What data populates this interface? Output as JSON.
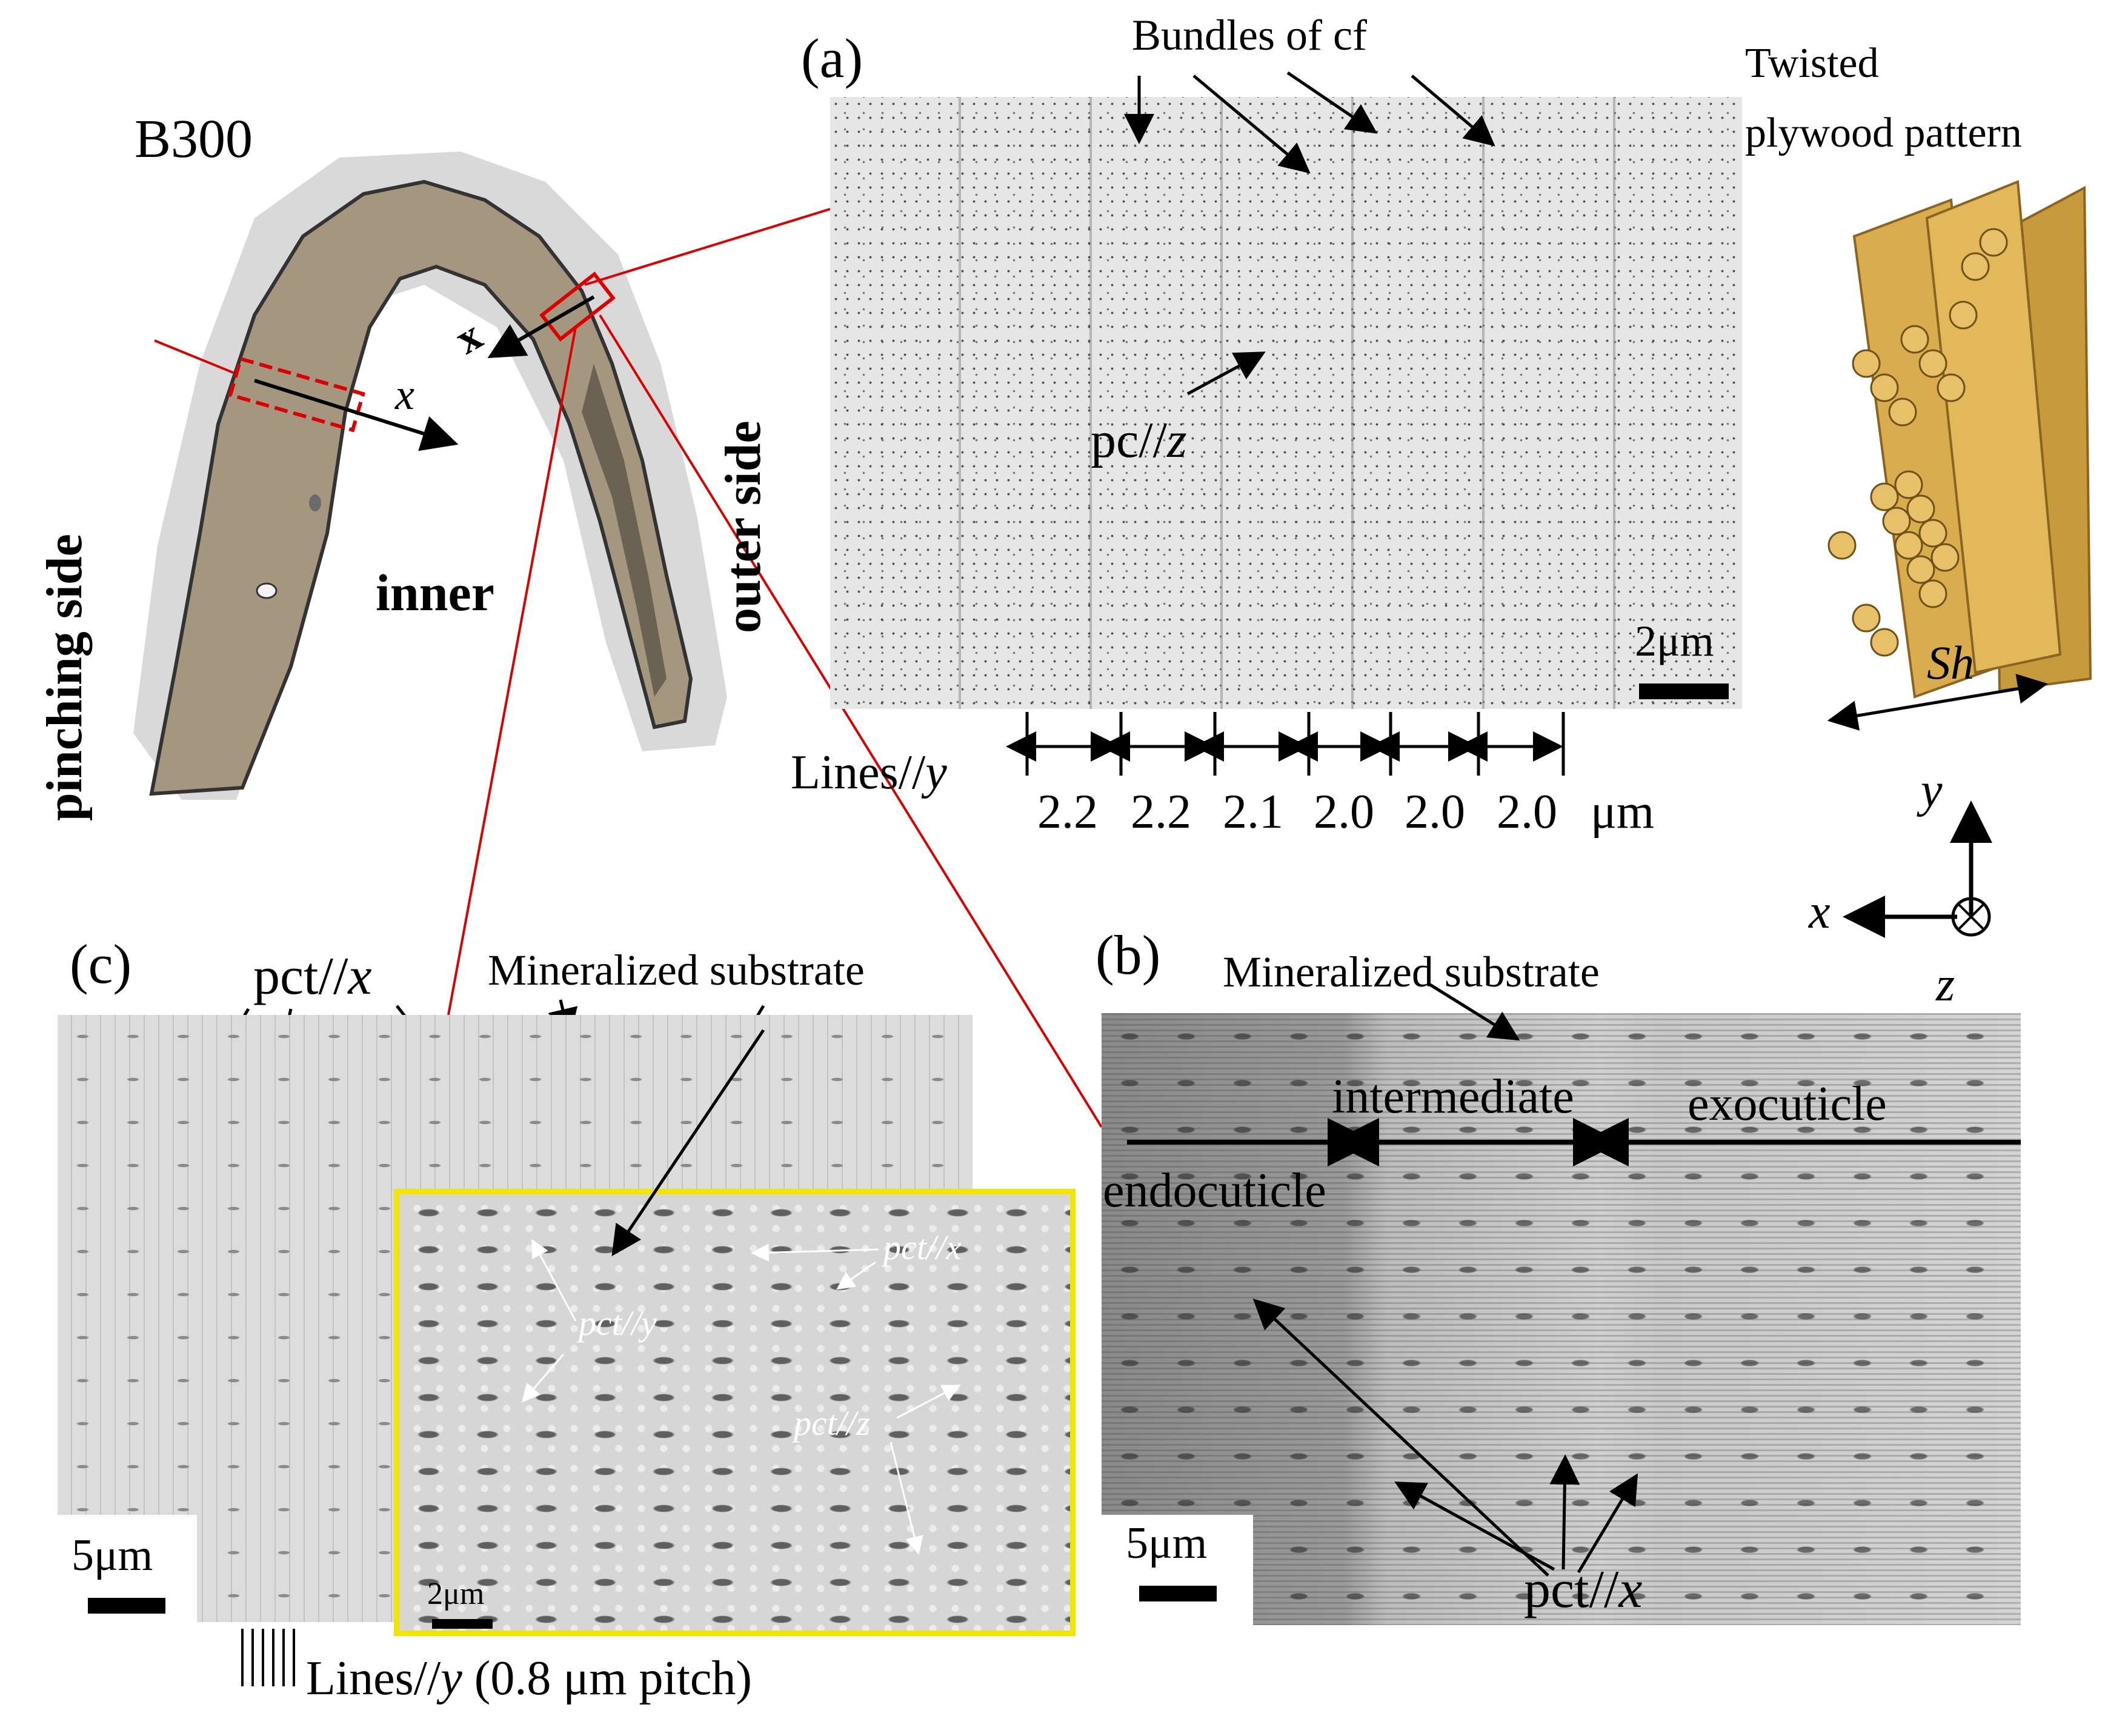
{
  "labels": {
    "sample": "B300",
    "pinching_side": "pinching side",
    "inner": "inner",
    "outer_side": "outer side",
    "axis_x_left": "x",
    "axis_x_right": "x"
  },
  "panel_a": {
    "letter": "(a)",
    "bundles": "Bundles of cf",
    "pc": "pc//",
    "pc_axis": "z",
    "scale_bar": "2μm",
    "lines_prefix": "Lines//",
    "lines_axis": "y",
    "spacings": [
      "2.2",
      "2.2",
      "2.1",
      "2.0",
      "2.0",
      "2.0"
    ],
    "spacing_unit": "μm"
  },
  "plywood": {
    "title_line1": "Twisted",
    "title_line2": "plywood pattern",
    "sh": "Sh"
  },
  "axes": {
    "x": "x",
    "y": "y",
    "z": "z"
  },
  "panel_c": {
    "letter": "(c)",
    "pct": "pct//",
    "pct_axis": "x",
    "mineralized": "Mineralized substrate",
    "scale_bar": "5μm",
    "inset_scale_bar": "2μm",
    "inset_pct_x": "pct//x",
    "inset_pct_y": "pct//y",
    "inset_pct_z": "pct//z",
    "lines_prefix": "Lines//",
    "lines_axis": "y",
    "lines_suffix": " (0.8 μm pitch)"
  },
  "panel_b": {
    "letter": "(b)",
    "mineralized": "Mineralized substrate",
    "intermediate": "intermediate",
    "exocuticle": "exocuticle",
    "endocuticle": "endocuticle",
    "scale_bar": "5μm",
    "pct": "pct//",
    "pct_axis": "x"
  }
}
